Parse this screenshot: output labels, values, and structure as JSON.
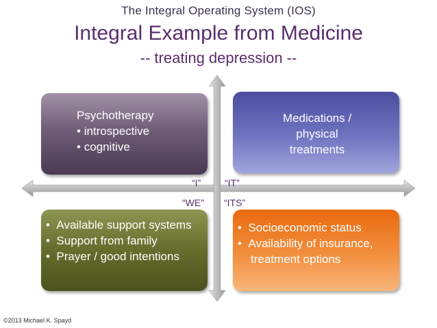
{
  "header": {
    "top_title": "The Integral Operating System (IOS)",
    "main_title": "Integral Example from Medicine",
    "subtitle": "-- treating depression --"
  },
  "quadrants": {
    "upper_left": {
      "heading": "Psychotherapy",
      "bullets": [
        "introspective",
        "cognitive"
      ]
    },
    "upper_right": {
      "lines": [
        "Medications /",
        "physical",
        "treatments"
      ]
    },
    "lower_left": {
      "bullets": [
        "Available support systems",
        "Support from family",
        "Prayer / good intentions"
      ]
    },
    "lower_right": {
      "bullets": [
        "Socioeconomic status",
        "Availability of insurance, treatment options"
      ]
    }
  },
  "axis_labels": {
    "i": "“I”",
    "it": "“IT”",
    "we": "“WE”",
    "its": "“ITS”"
  },
  "colors": {
    "title": "#5a2d6e",
    "upper_left": "#5e4d66",
    "upper_right": "#6f74c0",
    "lower_left": "#656c2c",
    "lower_right": "#f28f3e",
    "axis": "#c0c0c0"
  },
  "footer": {
    "copyright": "©2013 Michael K. Spayd"
  }
}
